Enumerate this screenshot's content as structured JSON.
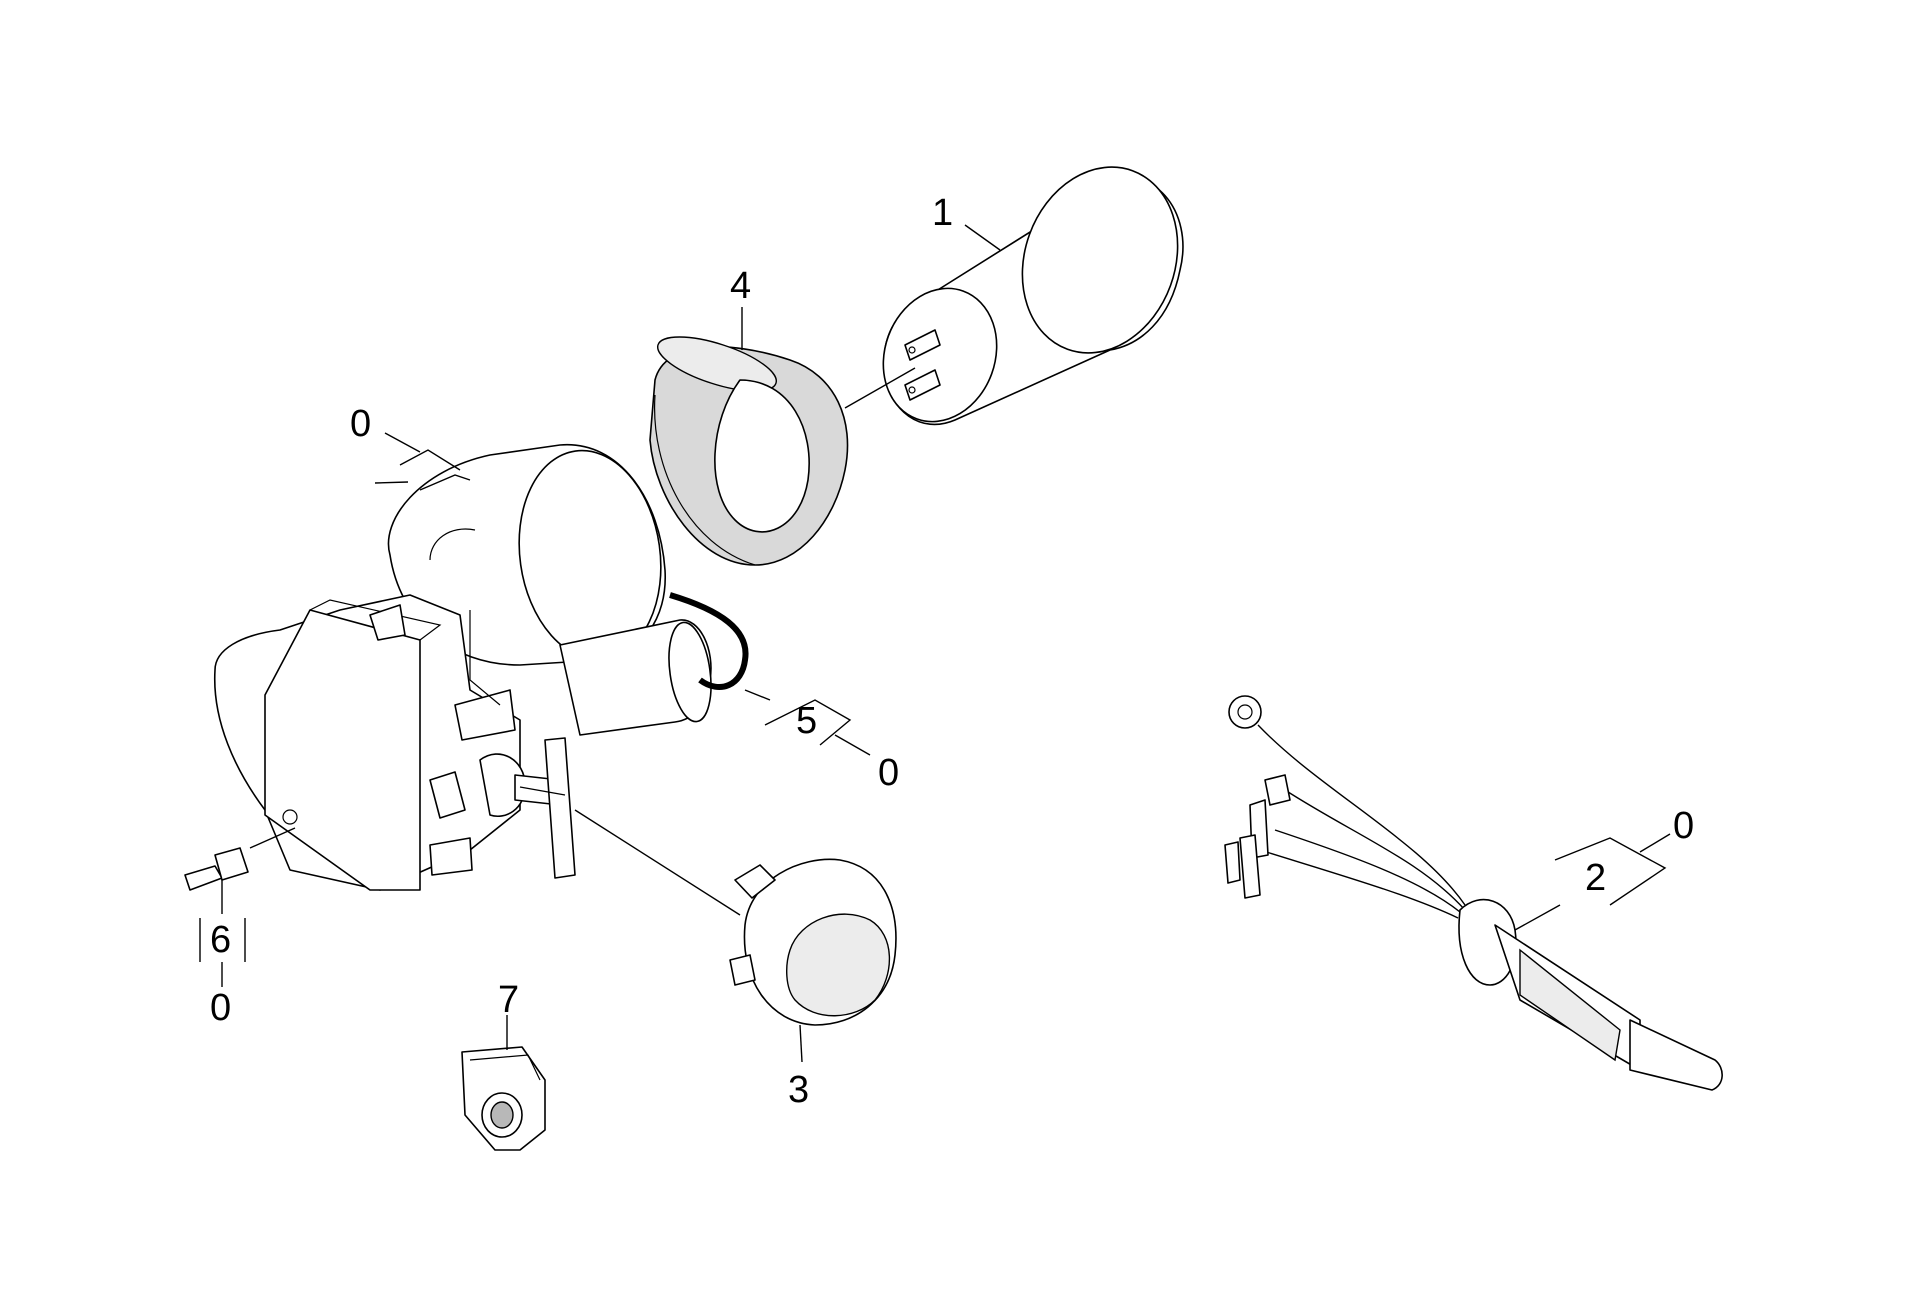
{
  "callouts": {
    "c1": "1",
    "c2": "2",
    "c3": "3",
    "c4": "4",
    "c5": "5",
    "c6": "6",
    "c7": "7",
    "c0_motor": "0",
    "c0_5": "0",
    "c0_6": "0",
    "c0_2": "0"
  },
  "colors": {
    "line": "#000000",
    "shade": "#d9d9d9",
    "background": "#ffffff"
  }
}
